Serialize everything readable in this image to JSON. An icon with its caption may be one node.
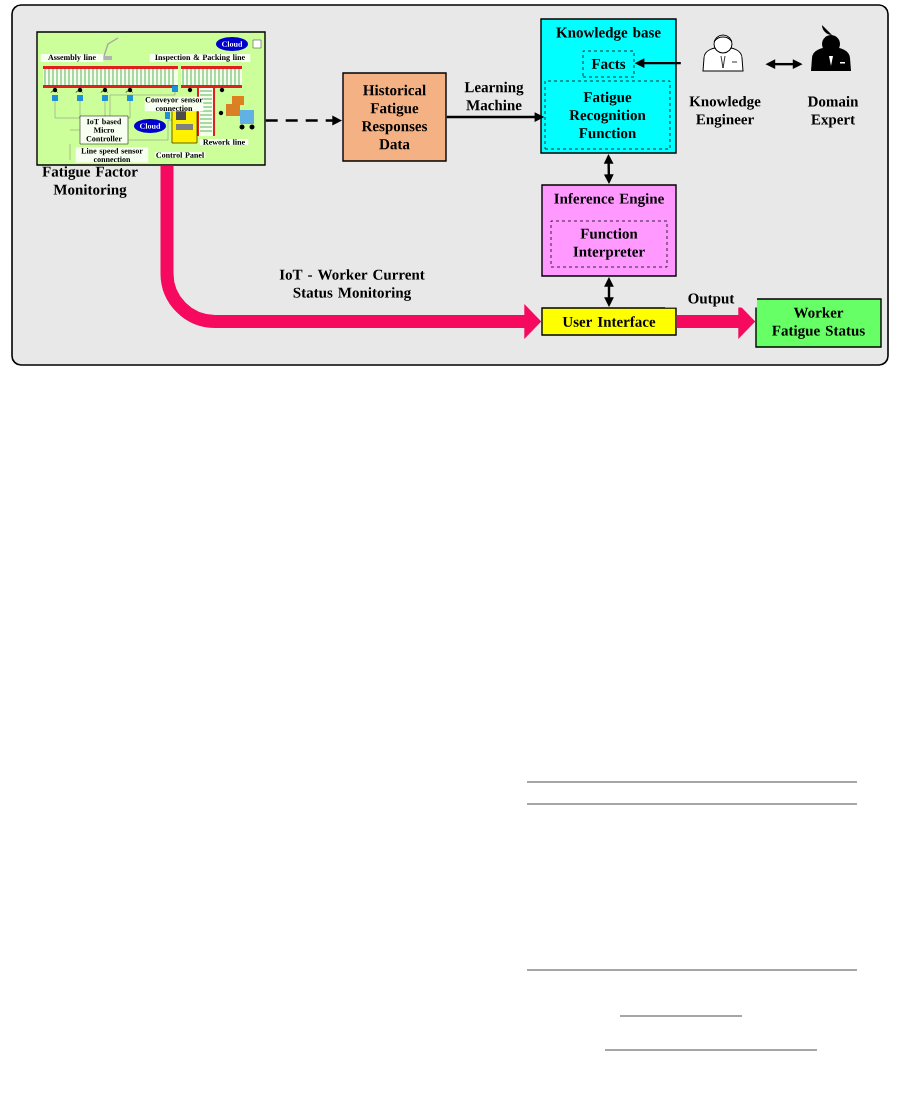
{
  "diagram": {
    "nodes": [
      {
        "text": [],
        "shape": "picture",
        "beside": [
          "Fatigue Factor Monitoring"
        ]
      },
      {
        "text": [
          "Historical Fatigue Responses Data"
        ]
      },
      {
        "text": [
          "Knowledge base"
        ]
      },
      {
        "text": [
          "Facts"
        ],
        "in": 2
      },
      {
        "text": [
          "Fatigue Recognition Function"
        ],
        "in": 2
      },
      {
        "text": [
          "Inference Engine"
        ]
      },
      {
        "text": [
          "Function Interpreter"
        ],
        "in": 5
      },
      {
        "text": [
          "User Interface"
        ]
      },
      {
        "text": [
          "Worker Fatigue Status"
        ]
      },
      {
        "text": [
          "Knowledge Engineer"
        ]
      },
      {
        "text": [
          "Domain Expert"
        ]
      }
    ],
    "edges": [
      {
        "from": 0,
        "to": 1,
        "arrow": "to",
        "style": "dashed"
      },
      {
        "from": 1,
        "to": 4,
        "arrow": "to",
        "label": "Learning Machine"
      },
      {
        "from": 9,
        "to": 3,
        "arrow": "to"
      },
      {
        "from": 9,
        "to": 10,
        "arrow": "both"
      },
      {
        "from": 2,
        "to": 5,
        "arrow": "both"
      },
      {
        "from": 5,
        "to": 7,
        "arrow": "both"
      },
      {
        "from": 0,
        "to": 7,
        "arrow": "to",
        "label": "IoT - Worker Current Status Monitoring",
        "style": "thick",
        "color": "#f50a5f"
      },
      {
        "from": 7,
        "to": 8,
        "arrow": "to",
        "label": "Output",
        "style": "thick",
        "color": "#f50a5f"
      }
    ],
    "labels": [
      "Cloud",
      "Assembly line",
      "Inspection & Packing line",
      "Conveyor sensor connection",
      "Cloud",
      "IoT based Micro Controller",
      "Rework line",
      "Control Panel",
      "Line speed sensor connection"
    ]
  }
}
